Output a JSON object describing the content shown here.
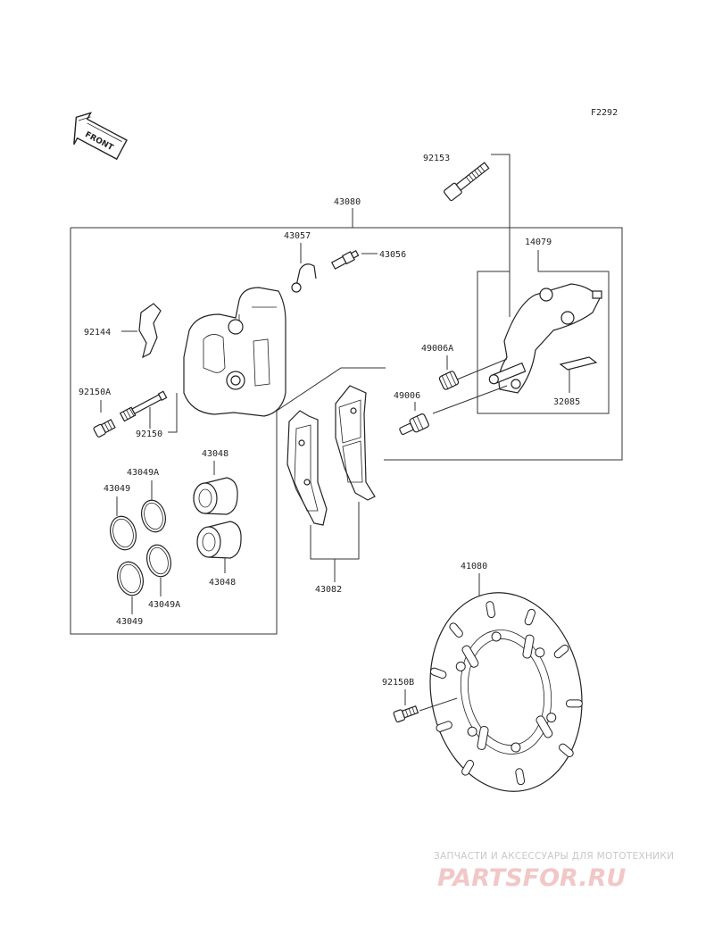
{
  "diagram": {
    "code": "F2292",
    "front_label": "FRONT",
    "parts": {
      "p43080": "43080",
      "p92153": "92153",
      "p43057": "43057",
      "p43056": "43056",
      "p14079": "14079",
      "p92144": "92144",
      "p49006A": "49006A",
      "p49006": "49006",
      "p32085": "32085",
      "p92150A": "92150A",
      "p92150": "92150",
      "p43048_top": "43048",
      "p43049A_top": "43049A",
      "p43049_top": "43049",
      "p43048_bottom": "43048",
      "p43082": "43082",
      "p43049A_bottom": "43049A",
      "p43049_bottom": "43049",
      "p41080": "41080",
      "p92150B": "92150B"
    }
  },
  "watermark": {
    "subtitle": "ЗАПЧАСТИ И АКСЕССУАРЫ ДЛЯ МОТОТЕХНИКИ",
    "logo": "PARTSFOR.RU",
    "logo_color": "#f2c7c7"
  }
}
